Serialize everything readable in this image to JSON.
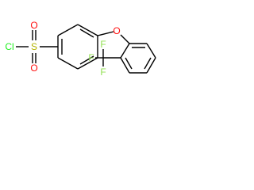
{
  "molecule": {
    "atoms": {
      "oxygen_ether": "O",
      "sulfur": "S",
      "oxygen_top": "O",
      "oxygen_bottom": "O",
      "chlorine": "Cl",
      "fluorine_top": "F",
      "fluorine_left": "F",
      "fluorine_bottom": "F"
    },
    "colors": {
      "bond": "#000000",
      "oxygen": "#ff0d0d",
      "sulfur": "#b2b200",
      "chlorine": "#1ff01f",
      "fluorine": "#90e050"
    }
  }
}
